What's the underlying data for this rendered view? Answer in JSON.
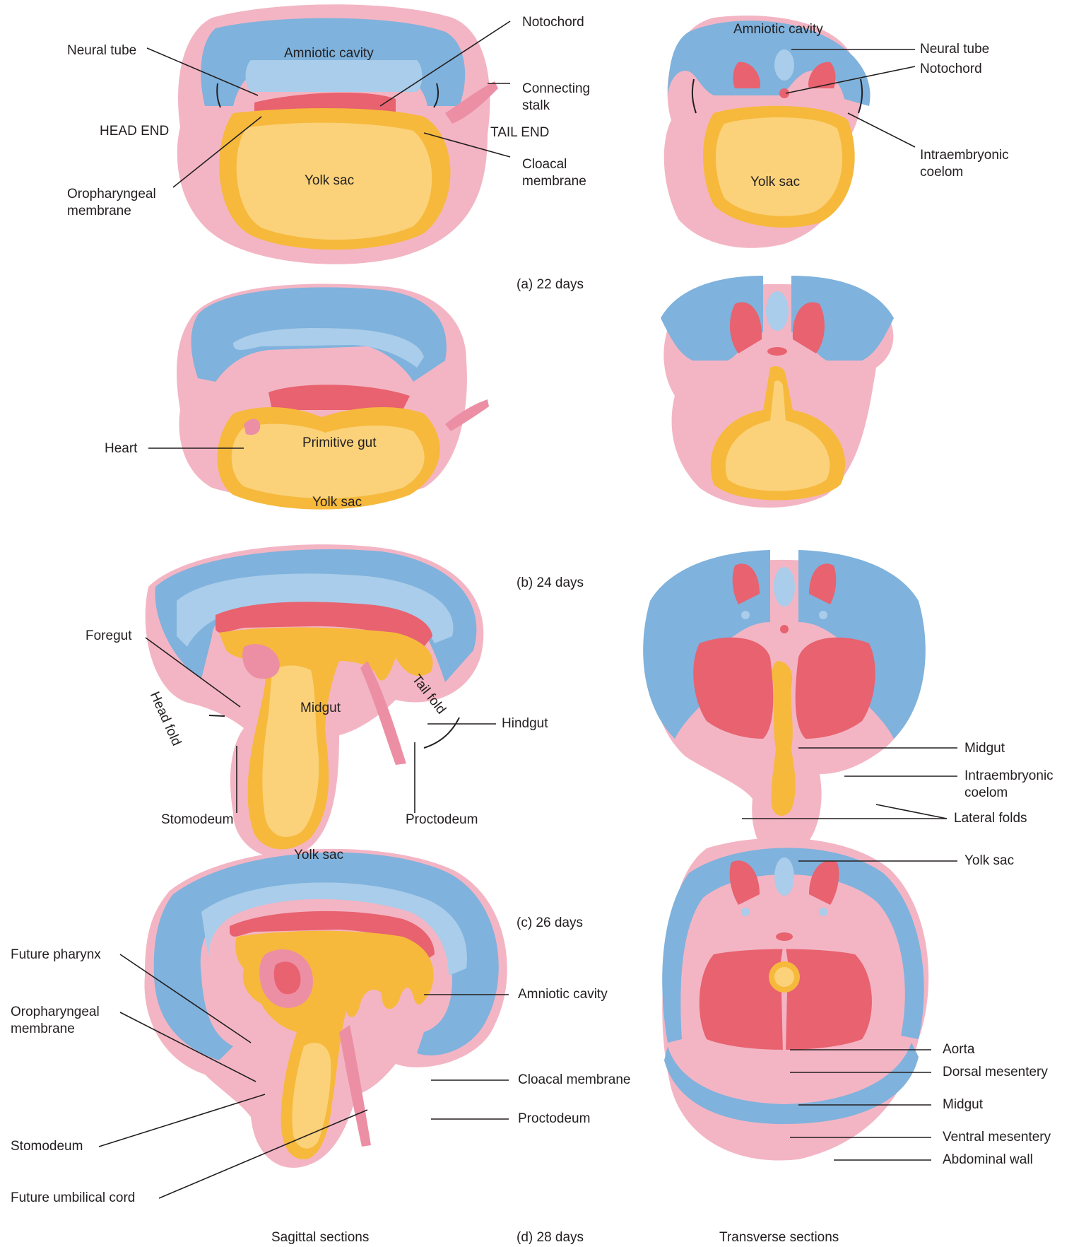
{
  "colors": {
    "ectoderm_blue": "#7fb2dc",
    "mesoderm_pink": "#f3b5c4",
    "mesoderm_red": "#e8626f",
    "endoderm_yolk": "#f6b93c"
  },
  "panels": [
    {
      "caption": "(a) 22 days",
      "labels": {
        "neural_tube": "Neural tube",
        "amniotic_cavity": "Amniotic cavity",
        "notochord": "Notochord",
        "connecting_stalk": "Connecting\nstalk",
        "head_end": "HEAD END",
        "tail_end": "TAIL END",
        "cloacal_membrane": "Cloacal\nmembrane",
        "oropharyngeal_membrane": "Oropharyngeal\nmembrane",
        "yolk_sac": "Yolk sac",
        "t_amniotic_cavity": "Amniotic cavity",
        "t_neural_tube": "Neural tube",
        "t_notochord": "Notochord",
        "t_intraembryonic_coelom": "Intraembryonic\ncoelom",
        "t_yolk_sac": "Yolk sac"
      }
    },
    {
      "caption": "(b) 24 days",
      "labels": {
        "heart": "Heart",
        "primitive_gut": "Primitive gut",
        "yolk_sac": "Yolk sac"
      }
    },
    {
      "caption": "(c) 26 days",
      "labels": {
        "foregut": "Foregut",
        "tail_fold": "Tail fold",
        "head_fold": "Head fold",
        "midgut": "Midgut",
        "hindgut": "Hindgut",
        "stomodeum": "Stomodeum",
        "proctodeum": "Proctodeum",
        "yolk_sac": "Yolk sac",
        "t_midgut": "Midgut",
        "t_intraembryonic_coelom": "Intraembryonic\ncoelom",
        "t_lateral_folds": "Lateral folds",
        "t_yolk_sac": "Yolk sac"
      }
    },
    {
      "caption": "(d) 28 days",
      "labels": {
        "future_pharynx": "Future pharynx",
        "oropharyngeal_membrane": "Oropharyngeal\nmembrane",
        "stomodeum": "Stomodeum",
        "future_umbilical_cord": "Future umbilical cord",
        "amniotic_cavity": "Amniotic cavity",
        "cloacal_membrane": "Cloacal membrane",
        "proctodeum": "Proctodeum",
        "t_aorta": "Aorta",
        "t_dorsal_mesentery": "Dorsal mesentery",
        "t_midgut": "Midgut",
        "t_ventral_mesentery": "Ventral mesentery",
        "t_abdominal_wall": "Abdominal wall"
      }
    }
  ],
  "footer": {
    "sagittal": "Sagittal sections",
    "transverse": "Transverse sections"
  }
}
